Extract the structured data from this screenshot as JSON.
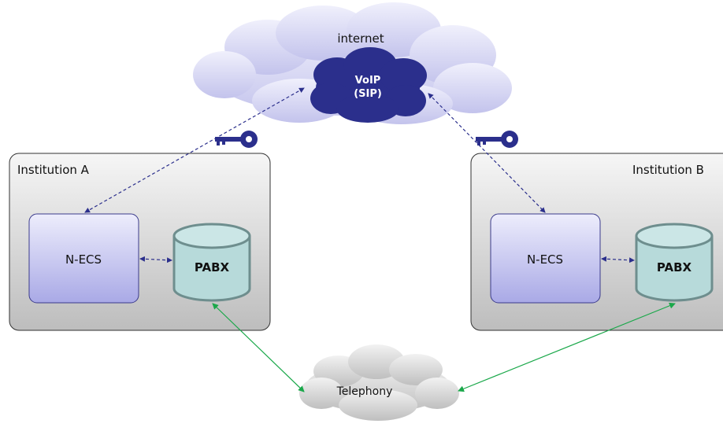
{
  "clouds": {
    "internet_label": "internet",
    "voip_label_line1": "VoIP",
    "voip_label_line2": "(SIP)",
    "telephony_label": "Telephony"
  },
  "institution_a": {
    "title": "Institution A",
    "necs_label": "N-ECS",
    "pabx_label": "PABX"
  },
  "institution_b": {
    "title": "Institution B",
    "necs_label": "N-ECS",
    "pabx_label": "PABX"
  },
  "colors": {
    "internet_cloud": "#d4d4f2",
    "voip_cloud": "#2b2f8c",
    "telephony_cloud": "#cfcfcf",
    "institution_box": "#d6d6d6",
    "necs_box": "#c7c7f0",
    "pabx_cylinder": "#b9dcdc",
    "dashed_link": "#2b2f8c",
    "telephony_link": "#1aa84a",
    "key": "#2b2f8c"
  },
  "icons": [
    "key-icon",
    "key-icon"
  ]
}
